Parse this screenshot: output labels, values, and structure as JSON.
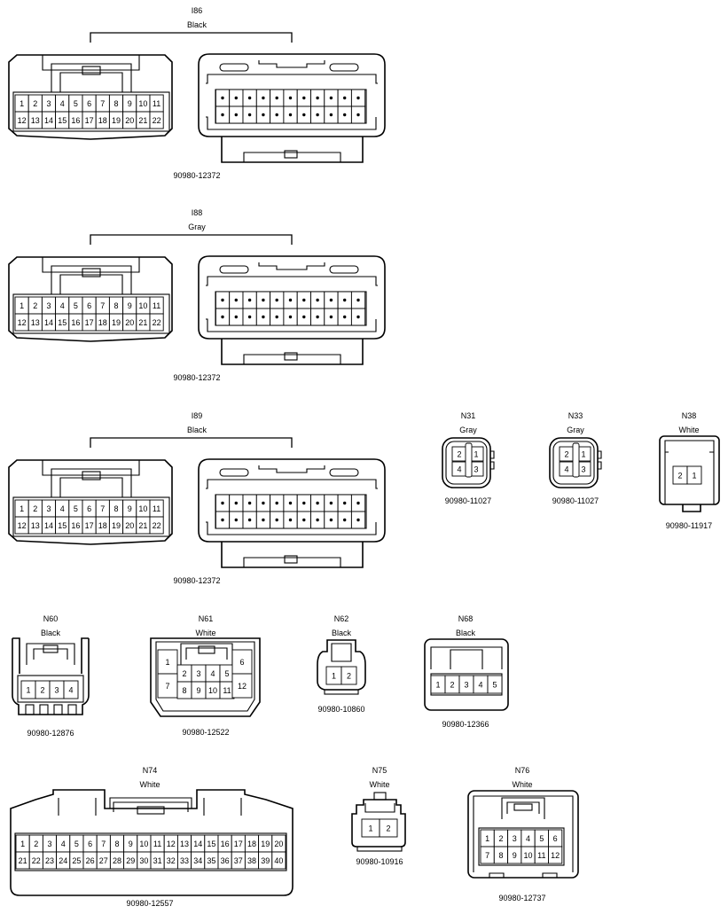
{
  "connectors": {
    "I86": {
      "id": "I86",
      "color": "Black",
      "part_number": "90980-12372",
      "row1": [
        "1",
        "2",
        "3",
        "4",
        "5",
        "6",
        "7",
        "8",
        "9",
        "10",
        "11"
      ],
      "row2": [
        "12",
        "13",
        "14",
        "15",
        "16",
        "17",
        "18",
        "19",
        "20",
        "21",
        "22"
      ]
    },
    "I88": {
      "id": "I88",
      "color": "Gray",
      "part_number": "90980-12372",
      "row1": [
        "1",
        "2",
        "3",
        "4",
        "5",
        "6",
        "7",
        "8",
        "9",
        "10",
        "11"
      ],
      "row2": [
        "12",
        "13",
        "14",
        "15",
        "16",
        "17",
        "18",
        "19",
        "20",
        "21",
        "22"
      ]
    },
    "I89": {
      "id": "I89",
      "color": "Black",
      "part_number": "90980-12372",
      "row1": [
        "1",
        "2",
        "3",
        "4",
        "5",
        "6",
        "7",
        "8",
        "9",
        "10",
        "11"
      ],
      "row2": [
        "12",
        "13",
        "14",
        "15",
        "16",
        "17",
        "18",
        "19",
        "20",
        "21",
        "22"
      ]
    },
    "N31": {
      "id": "N31",
      "color": "Gray",
      "part_number": "90980-11027",
      "pins": [
        "2",
        "1",
        "4",
        "3"
      ]
    },
    "N33": {
      "id": "N33",
      "color": "Gray",
      "part_number": "90980-11027",
      "pins": [
        "2",
        "1",
        "4",
        "3"
      ]
    },
    "N38": {
      "id": "N38",
      "color": "White",
      "part_number": "90980-11917",
      "pins": [
        "2",
        "1"
      ]
    },
    "N60": {
      "id": "N60",
      "color": "Black",
      "part_number": "90980-12876",
      "pins": [
        "1",
        "2",
        "3",
        "4"
      ]
    },
    "N61": {
      "id": "N61",
      "color": "White",
      "part_number": "90980-12522",
      "pins": [
        "1",
        "2",
        "3",
        "4",
        "5",
        "6",
        "7",
        "8",
        "9",
        "10",
        "11",
        "12"
      ]
    },
    "N62": {
      "id": "N62",
      "color": "Black",
      "part_number": "90980-10860",
      "pins": [
        "1",
        "2"
      ]
    },
    "N68": {
      "id": "N68",
      "color": "Black",
      "part_number": "90980-12366",
      "pins": [
        "1",
        "2",
        "3",
        "4",
        "5"
      ]
    },
    "N74": {
      "id": "N74",
      "color": "White",
      "part_number": "90980-12557",
      "row1": [
        "1",
        "2",
        "3",
        "4",
        "5",
        "6",
        "7",
        "8",
        "9",
        "10",
        "11",
        "12",
        "13",
        "14",
        "15",
        "16",
        "17",
        "18",
        "19",
        "20"
      ],
      "row2": [
        "21",
        "22",
        "23",
        "24",
        "25",
        "26",
        "27",
        "28",
        "29",
        "30",
        "31",
        "32",
        "33",
        "34",
        "35",
        "36",
        "37",
        "38",
        "39",
        "40"
      ]
    },
    "N75": {
      "id": "N75",
      "color": "White",
      "part_number": "90980-10916",
      "pins": [
        "1",
        "2"
      ]
    },
    "N76": {
      "id": "N76",
      "color": "White",
      "part_number": "90980-12737",
      "row1": [
        "1",
        "2",
        "3",
        "4",
        "5",
        "6"
      ],
      "row2": [
        "7",
        "8",
        "9",
        "10",
        "11",
        "12"
      ]
    }
  }
}
